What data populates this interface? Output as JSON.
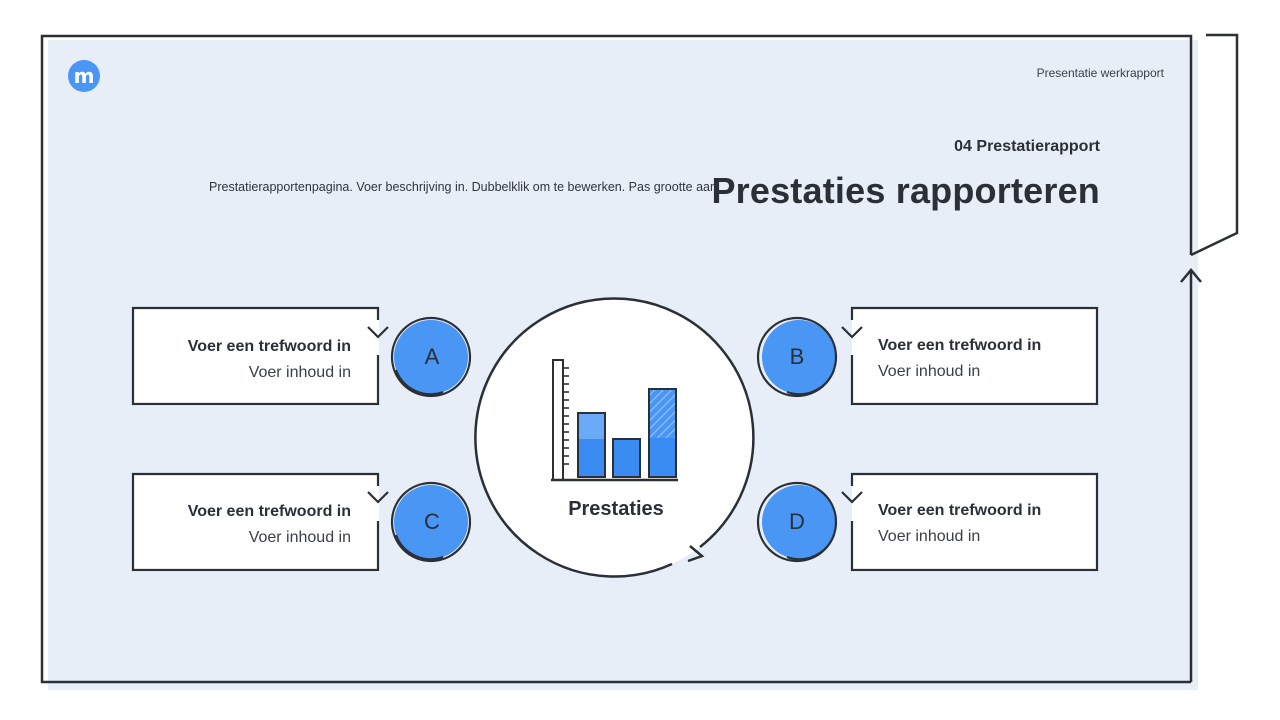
{
  "header": {
    "logo_letter": "m",
    "report_label": "Presentatie werkrapport"
  },
  "section": {
    "number_title": "04 Prestatierapport",
    "title": "Prestaties rapporteren",
    "description": "Prestatierapportenpagina. Voer beschrijving in. Dubbelklik om te bewerken. Pas grootte aan"
  },
  "center": {
    "label": "Prestaties",
    "icon": "bar-chart-icon"
  },
  "cards": [
    {
      "letter": "A",
      "keyword": "Voer een trefwoord in",
      "content": "Voer inhoud in"
    },
    {
      "letter": "B",
      "keyword": "Voer een trefwoord in",
      "content": "Voer inhoud in"
    },
    {
      "letter": "C",
      "keyword": "Voer een trefwoord in",
      "content": "Voer inhoud in"
    },
    {
      "letter": "D",
      "keyword": "Voer een trefwoord in",
      "content": "Voer inhoud in"
    }
  ],
  "colors": {
    "page_bg": "#e7eef8",
    "accent": "#4a96f5",
    "accent_light": "#8ebef8",
    "stroke": "#2b2f36"
  }
}
